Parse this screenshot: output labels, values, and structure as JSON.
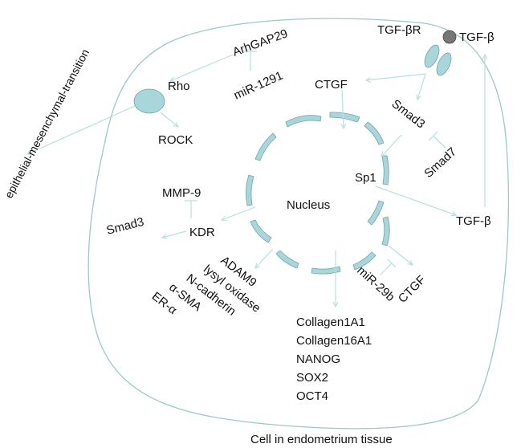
{
  "diagram": {
    "caption": "Cell in endometrium tissue",
    "nucleus_label": "Nucleus",
    "outside": {
      "emt": "epithelial-mesenchymal-transition",
      "tgfb_ligand": "TGF-β"
    },
    "membrane": {
      "receptor": "TGF-βR"
    },
    "cytoplasm": {
      "arhgap29": "ArhGAP29",
      "mir1291": "miR-1291",
      "rho": "Rho",
      "rock": "ROCK",
      "ctgf_top": "CTGF",
      "smad3_top": "Smad3",
      "smad7": "Smad7",
      "sp1": "Sp1",
      "tgfb_right": "TGF-β",
      "mmp9": "MMP-9",
      "kdr": "KDR",
      "smad3_left": "Smad3",
      "mir29b": "miR-29b",
      "ctgf_bottom": "CTGF"
    },
    "left_targets": [
      "ADAM9",
      "lysyl oxidase",
      "N-cadherin",
      "α-SMA",
      "ER-α"
    ],
    "bottom_targets": [
      "Collagen1A1",
      "Collagen16A1",
      "NANOG",
      "SOX2",
      "OCT4"
    ],
    "colors": {
      "membrane": "#9fc7c7",
      "nucleus_fill": "#a9d6da",
      "arrows": "#b9dede",
      "ligand": "#777777"
    }
  }
}
